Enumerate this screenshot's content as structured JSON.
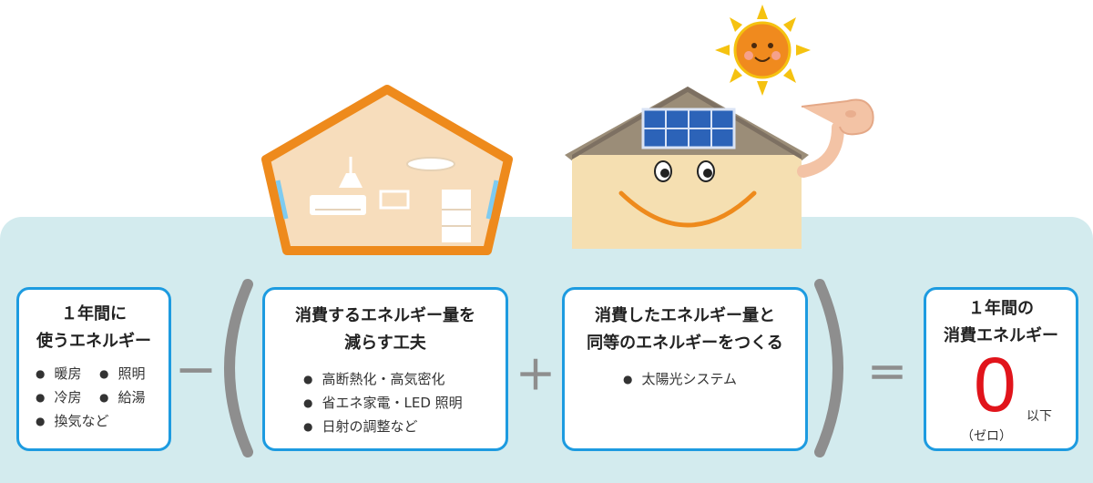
{
  "boxes": {
    "annual_use": {
      "title_line1": "１年間に",
      "title_line2": "使うエネルギー",
      "items": [
        "暖房",
        "照明",
        "冷房",
        "給湯",
        "換気など"
      ]
    },
    "reduce": {
      "title_line1": "消費するエネルギー量を",
      "title_line2": "減らす工夫",
      "items": [
        "高断熱化・高気密化",
        "省エネ家電・LED 照明",
        "日射の調整など"
      ]
    },
    "create": {
      "title_line1": "消費したエネルギー量と",
      "title_line2": "同等のエネルギーをつくる",
      "items": [
        "太陽光システム"
      ]
    },
    "result": {
      "title_line1": "１年間の",
      "title_line2": "消費エネルギー",
      "big_value": "0",
      "suffix": "以下",
      "reading": "（ゼロ）"
    }
  },
  "operators": {
    "minus": "－",
    "plus": "＋",
    "equals": "＝"
  },
  "colors": {
    "box_border": "#1d9be0",
    "band": "#d3ebee",
    "house_frame": "#ee8a1c",
    "zero_red": "#e1141b",
    "operator_gray": "#8e8e8e"
  }
}
